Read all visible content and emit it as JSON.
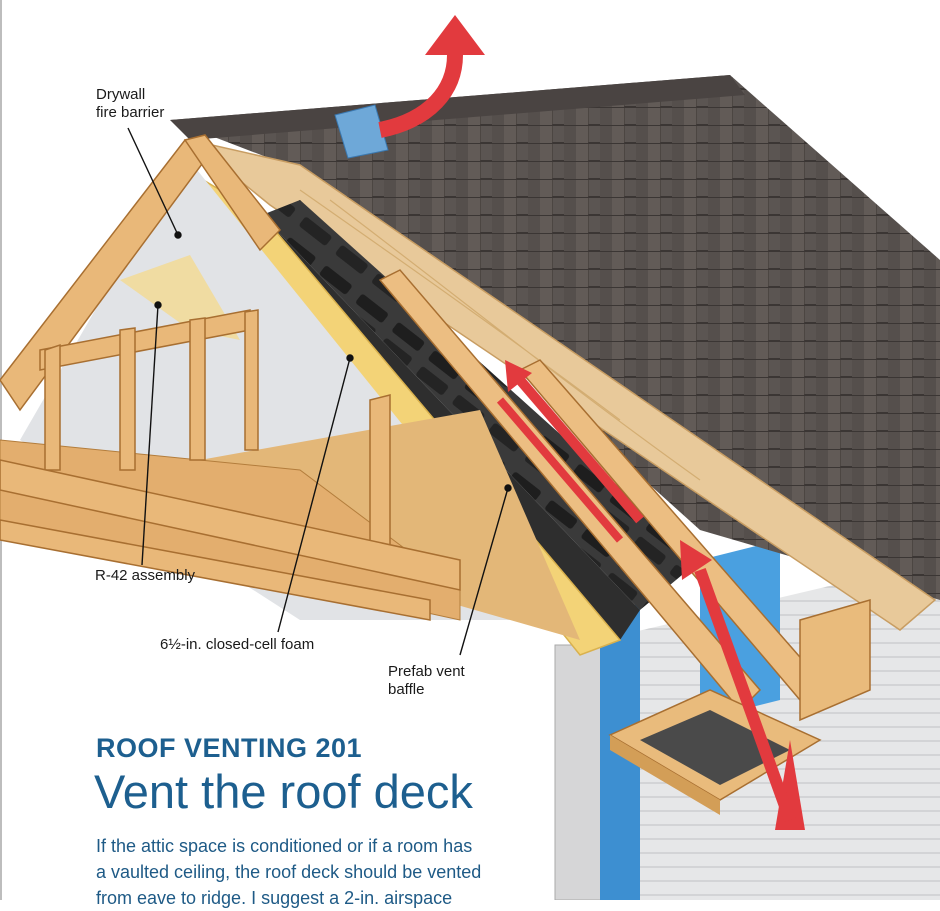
{
  "callouts": {
    "drywall_line1": "Drywall",
    "drywall_line2": "fire barrier",
    "r42": "R-42 assembly",
    "foam": "6½-in. closed-cell foam",
    "baffle_line1": "Prefab vent",
    "baffle_line2": "baffle"
  },
  "article": {
    "kicker": "ROOF VENTING 201",
    "headline": "Vent the roof deck",
    "body_lines": [
      "If the attic space is conditioned or if a room has",
      "a vaulted ceiling, the roof deck should be vented",
      "from eave to ridge. I suggest a 2-in. airspace"
    ]
  },
  "colors": {
    "heading_blue": "#1d5f8f",
    "airflow_red": "#e23a3e",
    "shingle": "#5b5552",
    "plywood": "#e8c99a",
    "lumber": "#e3ae6e",
    "foam_yellow": "#f3d377",
    "baffle_black": "#2b2b2b",
    "housewrap_blue": "#3d8fd1",
    "siding_gray": "#e4e5e6"
  }
}
